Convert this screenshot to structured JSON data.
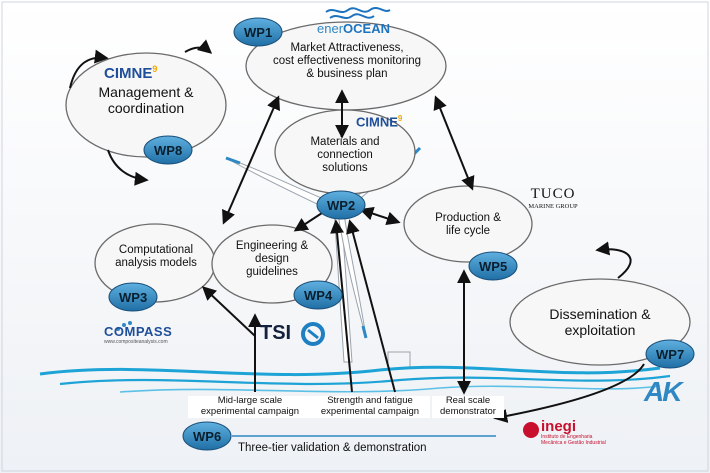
{
  "work_packages": [
    {
      "id": "WP1",
      "text": "Market Attractiveness,\ncost effectiveness monitoring\n& business plan"
    },
    {
      "id": "WP2",
      "text": "Materials and\nconnection\nsolutions"
    },
    {
      "id": "WP3",
      "text": "Computational\nanalysis models"
    },
    {
      "id": "WP4",
      "text": "Engineering &\ndesign\nguidelines"
    },
    {
      "id": "WP5",
      "text": "Production &\nlife cycle"
    },
    {
      "id": "WP6",
      "text": "Three-tier validation & demonstration"
    },
    {
      "id": "WP7",
      "text": "Dissemination &\nexploitation"
    },
    {
      "id": "WP8",
      "text": "Management &\ncoordination"
    }
  ],
  "campaigns": [
    "Mid-large scale\nexperimental campaign",
    "Strength and fatigue\nexperimental campaign",
    "Real scale\ndemonstrator"
  ],
  "logos": {
    "enerocean_ener": "ener",
    "enerocean_ocean": "OCEAN",
    "cimne": "CIMNE",
    "cimne_sup": "9",
    "tuco_main": "TUCO",
    "tuco_sub": "MARINE GROUP",
    "compass_main": "COMPASS",
    "compass_sub": "www.compositeanalysis.com",
    "tsi": "TSI",
    "ak": "AK",
    "inegi": "inegi",
    "inegi_sub": "Instituto de Engenharia\nMecânica e Gestão Industrial"
  },
  "colors": {
    "badge": "#2f88c4",
    "ellipse_fill": "#f7f7f7",
    "sea": "#1ea3d6",
    "cimne_blue": "#1f4e9a",
    "inegi_red": "#c8102e"
  }
}
